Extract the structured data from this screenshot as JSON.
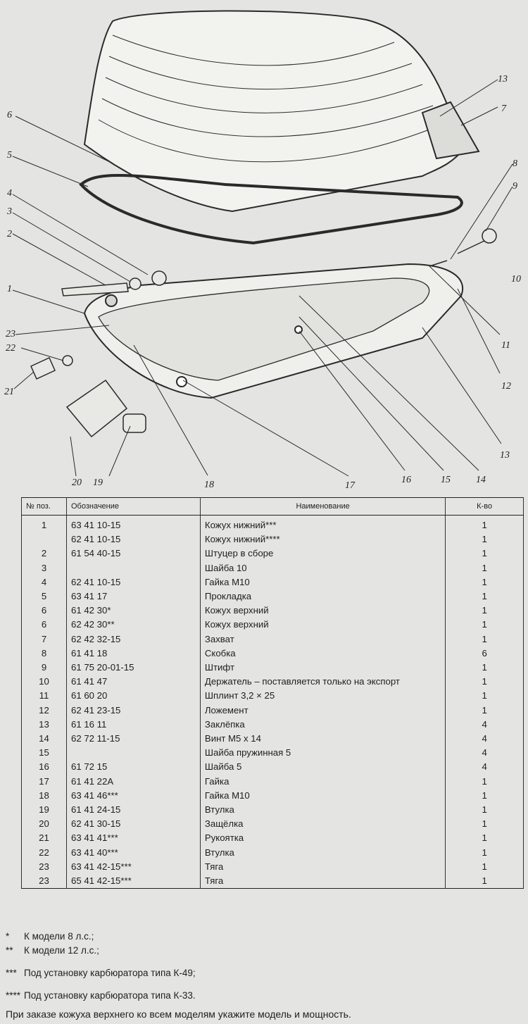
{
  "callouts": [
    "1",
    "2",
    "3",
    "4",
    "5",
    "6",
    "7",
    "8",
    "9",
    "10",
    "11",
    "12",
    "13",
    "13",
    "14",
    "15",
    "16",
    "17",
    "18",
    "19",
    "20",
    "21",
    "22",
    "23"
  ],
  "table": {
    "headers": {
      "pos": "№ поз.",
      "designation": "Обозначение",
      "name": "Наименование",
      "qty": "К-во"
    },
    "rows": [
      {
        "pos": "1",
        "designation": "63 41 10-15",
        "name": "Кожух нижний***",
        "qty": "1"
      },
      {
        "pos": "",
        "designation": "62 41 10-15",
        "name": "Кожух нижний****",
        "qty": "1"
      },
      {
        "pos": "2",
        "designation": "61 54 40-15",
        "name": "Штуцер в сборе",
        "qty": "1"
      },
      {
        "pos": "3",
        "designation": "",
        "name": "Шайба 10",
        "qty": "1"
      },
      {
        "pos": "4",
        "designation": "62 41 10-15",
        "name": "Гайка М10",
        "qty": "1"
      },
      {
        "pos": "5",
        "designation": "63 41 17",
        "name": "Прокладка",
        "qty": "1"
      },
      {
        "pos": "6",
        "designation": "61 42 30*",
        "name": "Кожух верхний",
        "qty": "1"
      },
      {
        "pos": "6",
        "designation": "62 42 30**",
        "name": "Кожух верхний",
        "qty": "1"
      },
      {
        "pos": "7",
        "designation": "62 42 32-15",
        "name": "Захват",
        "qty": "1"
      },
      {
        "pos": "8",
        "designation": "61 41 18",
        "name": "Скобка",
        "qty": "6"
      },
      {
        "pos": "9",
        "designation": "61 75 20-01-15",
        "name": "Штифт",
        "qty": "1"
      },
      {
        "pos": "10",
        "designation": "61 41 47",
        "name": "Держатель – поставляется только на экспорт",
        "qty": "1"
      },
      {
        "pos": "11",
        "designation": "61 60 20",
        "name": "Шплинт 3,2 × 25",
        "qty": "1"
      },
      {
        "pos": "12",
        "designation": "62 41 23-15",
        "name": "Ложемент",
        "qty": "1"
      },
      {
        "pos": "13",
        "designation": "61 16 11",
        "name": "Заклёпка",
        "qty": "4"
      },
      {
        "pos": "14",
        "designation": "62 72 11-15",
        "name": "Винт М5 х 14",
        "qty": "4"
      },
      {
        "pos": "15",
        "designation": "",
        "name": "Шайба пружинная 5",
        "qty": "4"
      },
      {
        "pos": "16",
        "designation": "61 72 15",
        "name": "Шайба 5",
        "qty": "4"
      },
      {
        "pos": "17",
        "designation": "61 41 22А",
        "name": "Гайка",
        "qty": "1"
      },
      {
        "pos": "18",
        "designation": "63 41 46***",
        "name": "Гайка М10",
        "qty": "1"
      },
      {
        "pos": "19",
        "designation": "61 41 24-15",
        "name": "Втулка",
        "qty": "1"
      },
      {
        "pos": "20",
        "designation": "62 41 30-15",
        "name": "Защёлка",
        "qty": "1"
      },
      {
        "pos": "21",
        "designation": "63 41 41***",
        "name": "Рукоятка",
        "qty": "1"
      },
      {
        "pos": "22",
        "designation": "63 41 40***",
        "name": "Втулка",
        "qty": "1"
      },
      {
        "pos": "23",
        "designation": "63 41 42-15***",
        "name": "Тяга",
        "qty": "1"
      },
      {
        "pos": "23",
        "designation": "65 41 42-15***",
        "name": "Тяга",
        "qty": "1"
      }
    ]
  },
  "footnotes": [
    {
      "mark": "*",
      "text": "К модели 8 л.с.;"
    },
    {
      "mark": "**",
      "text": "К модели 12 л.с.;"
    },
    {
      "mark": "***",
      "text": "Под установку карбюратора типа К-49;"
    },
    {
      "mark": "****",
      "text": "Под установку карбюратора типа К-33."
    }
  ],
  "bottom_note": "При заказе кожуха верхнего ко всем моделям укажите модель и мощность."
}
